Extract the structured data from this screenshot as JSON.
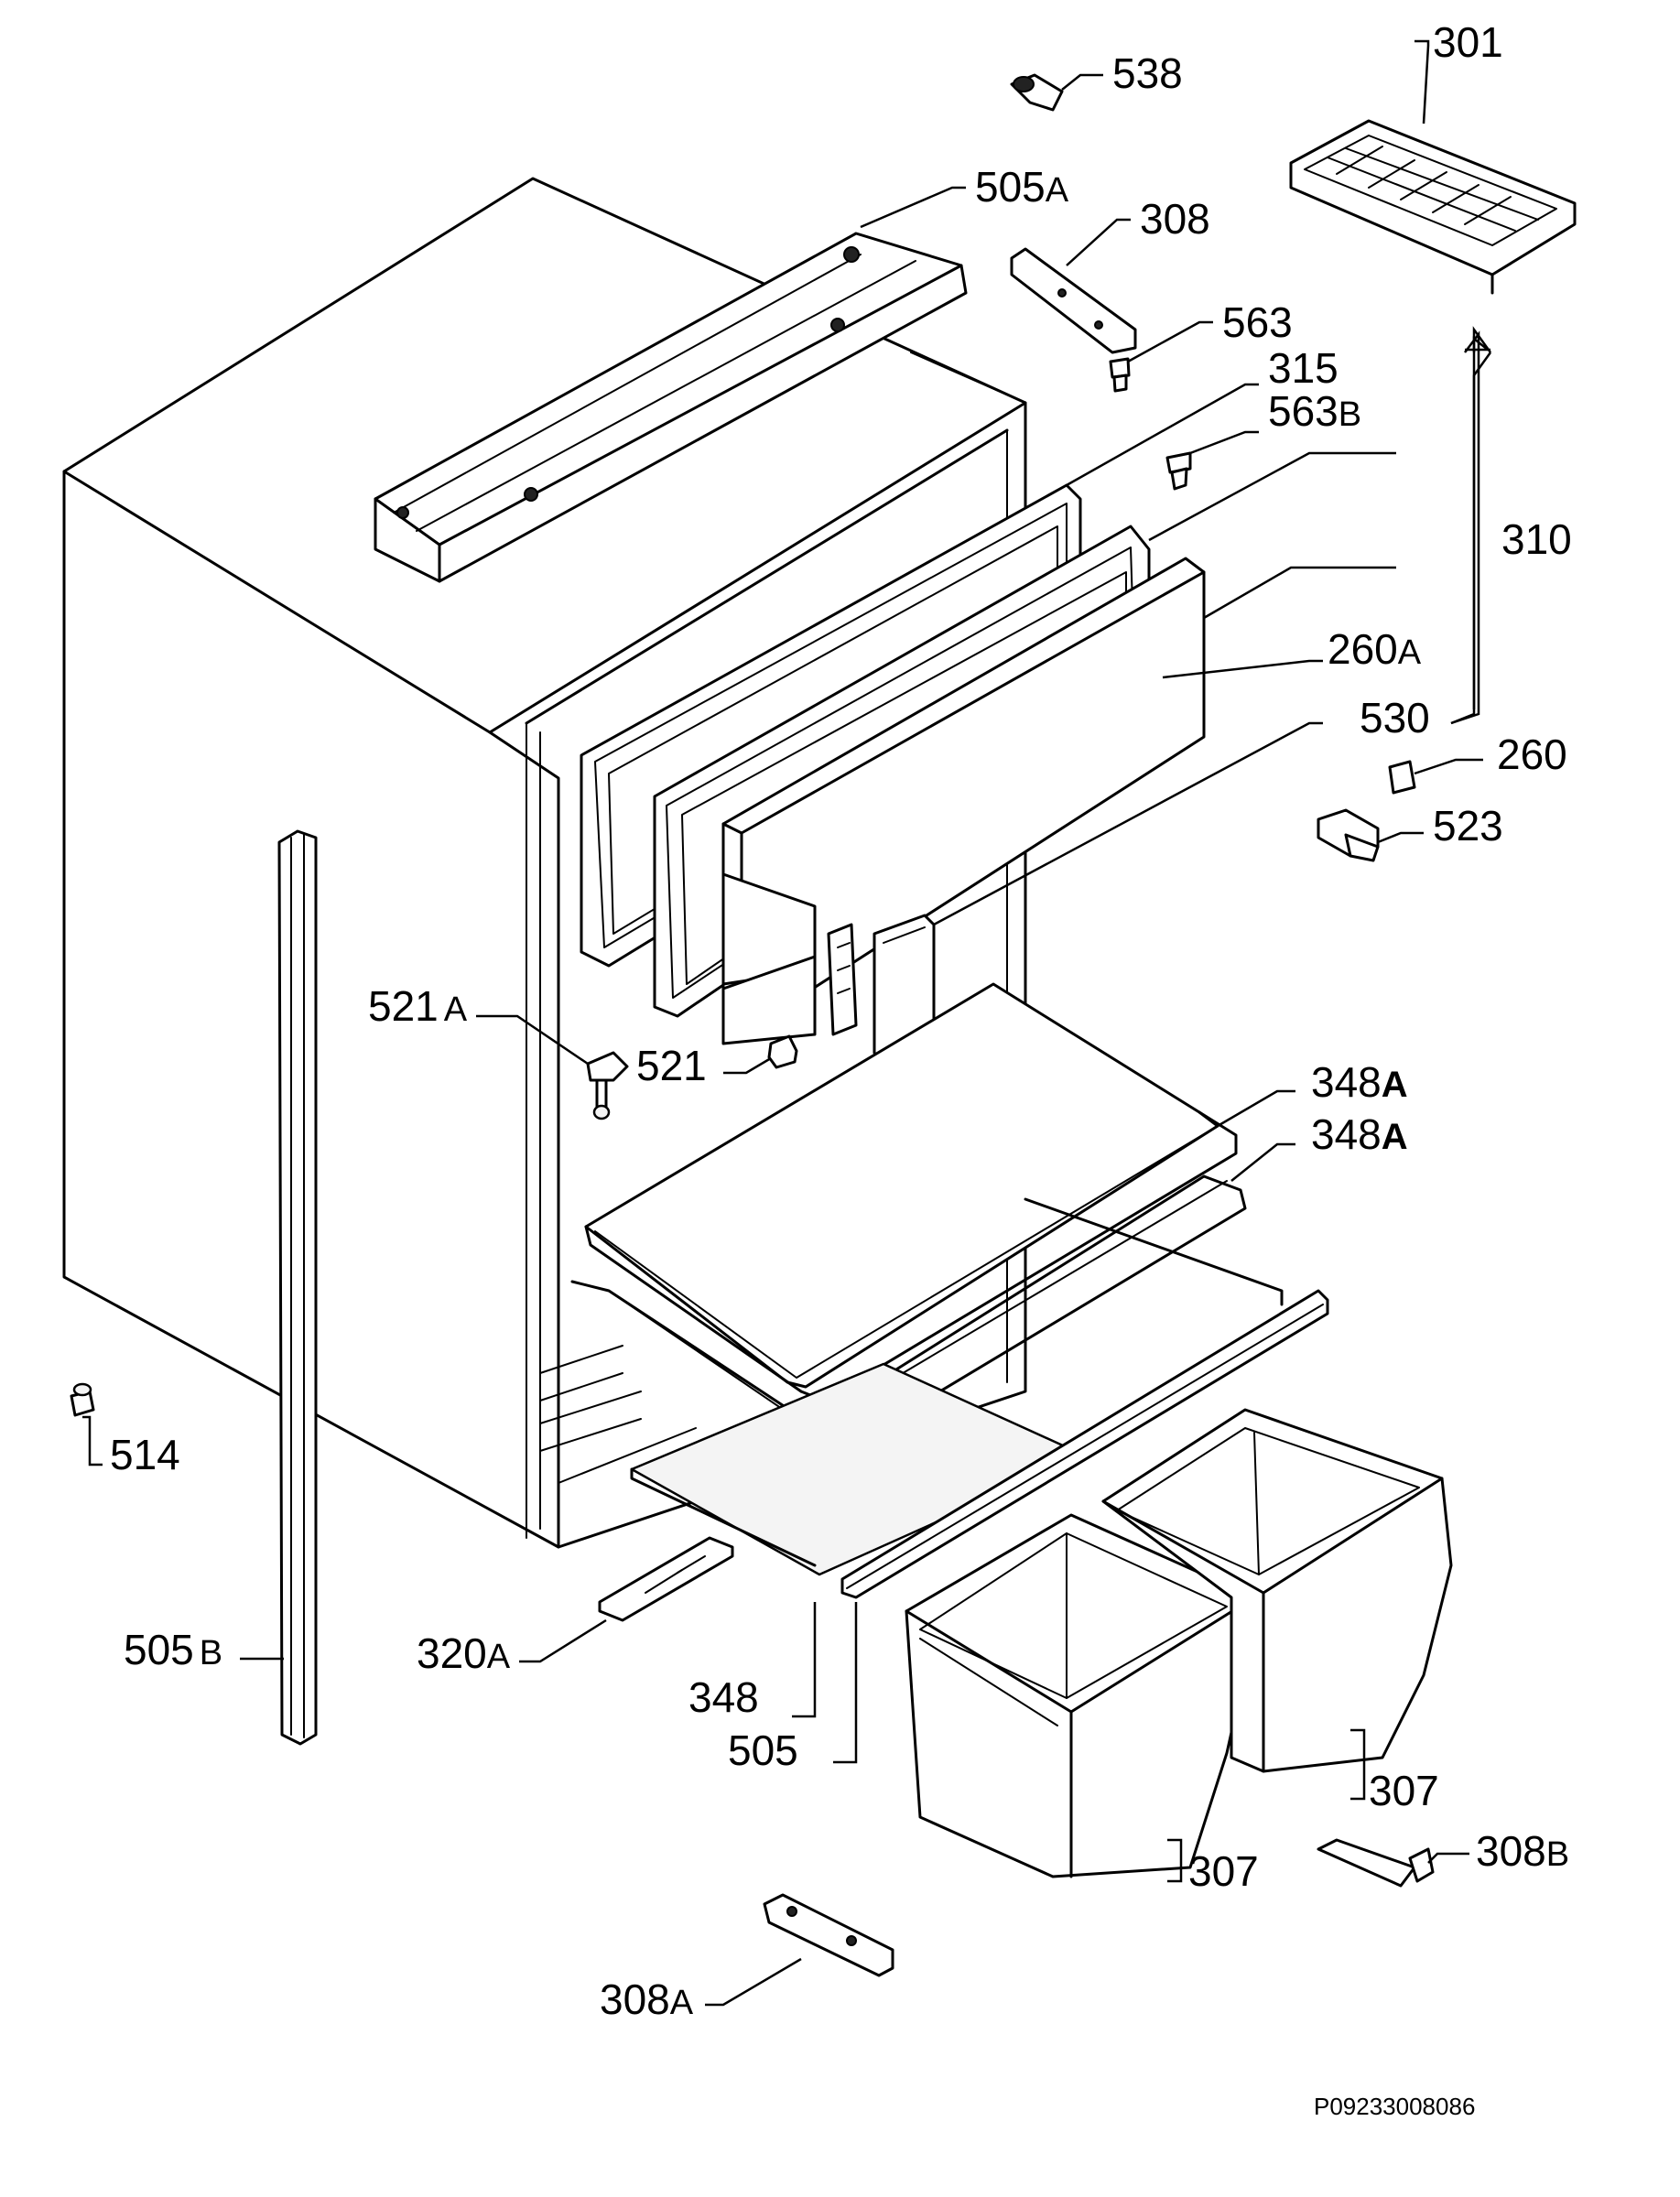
{
  "diagram": {
    "drawing_code": "P09233008086",
    "parts": [
      {
        "id": "p538",
        "number": "538",
        "suffix": ""
      },
      {
        "id": "p301",
        "number": "301",
        "suffix": ""
      },
      {
        "id": "p505A",
        "number": "505",
        "suffix": "A"
      },
      {
        "id": "p308",
        "number": "308",
        "suffix": ""
      },
      {
        "id": "p563",
        "number": "563",
        "suffix": ""
      },
      {
        "id": "p315",
        "number": "315",
        "suffix": ""
      },
      {
        "id": "p563B",
        "number": "563",
        "suffix": "B"
      },
      {
        "id": "p310",
        "number": "310",
        "suffix": ""
      },
      {
        "id": "p260A",
        "number": "260",
        "suffix": "A"
      },
      {
        "id": "p530",
        "number": "530",
        "suffix": ""
      },
      {
        "id": "p260",
        "number": "260",
        "suffix": ""
      },
      {
        "id": "p523",
        "number": "523",
        "suffix": ""
      },
      {
        "id": "p521A",
        "number": "521",
        "suffix": "A"
      },
      {
        "id": "p521",
        "number": "521",
        "suffix": ""
      },
      {
        "id": "p348A_1",
        "number": "348",
        "suffix": "A"
      },
      {
        "id": "p348A_2",
        "number": "348",
        "suffix": "A"
      },
      {
        "id": "p514",
        "number": "514",
        "suffix": ""
      },
      {
        "id": "p505B",
        "number": "505",
        "suffix": "B"
      },
      {
        "id": "p320A",
        "number": "320",
        "suffix": "A"
      },
      {
        "id": "p348",
        "number": "348",
        "suffix": ""
      },
      {
        "id": "p505",
        "number": "505",
        "suffix": ""
      },
      {
        "id": "p307_1",
        "number": "307",
        "suffix": ""
      },
      {
        "id": "p307_2",
        "number": "307",
        "suffix": ""
      },
      {
        "id": "p308B",
        "number": "308",
        "suffix": "B"
      },
      {
        "id": "p308A",
        "number": "308",
        "suffix": "A"
      }
    ]
  }
}
